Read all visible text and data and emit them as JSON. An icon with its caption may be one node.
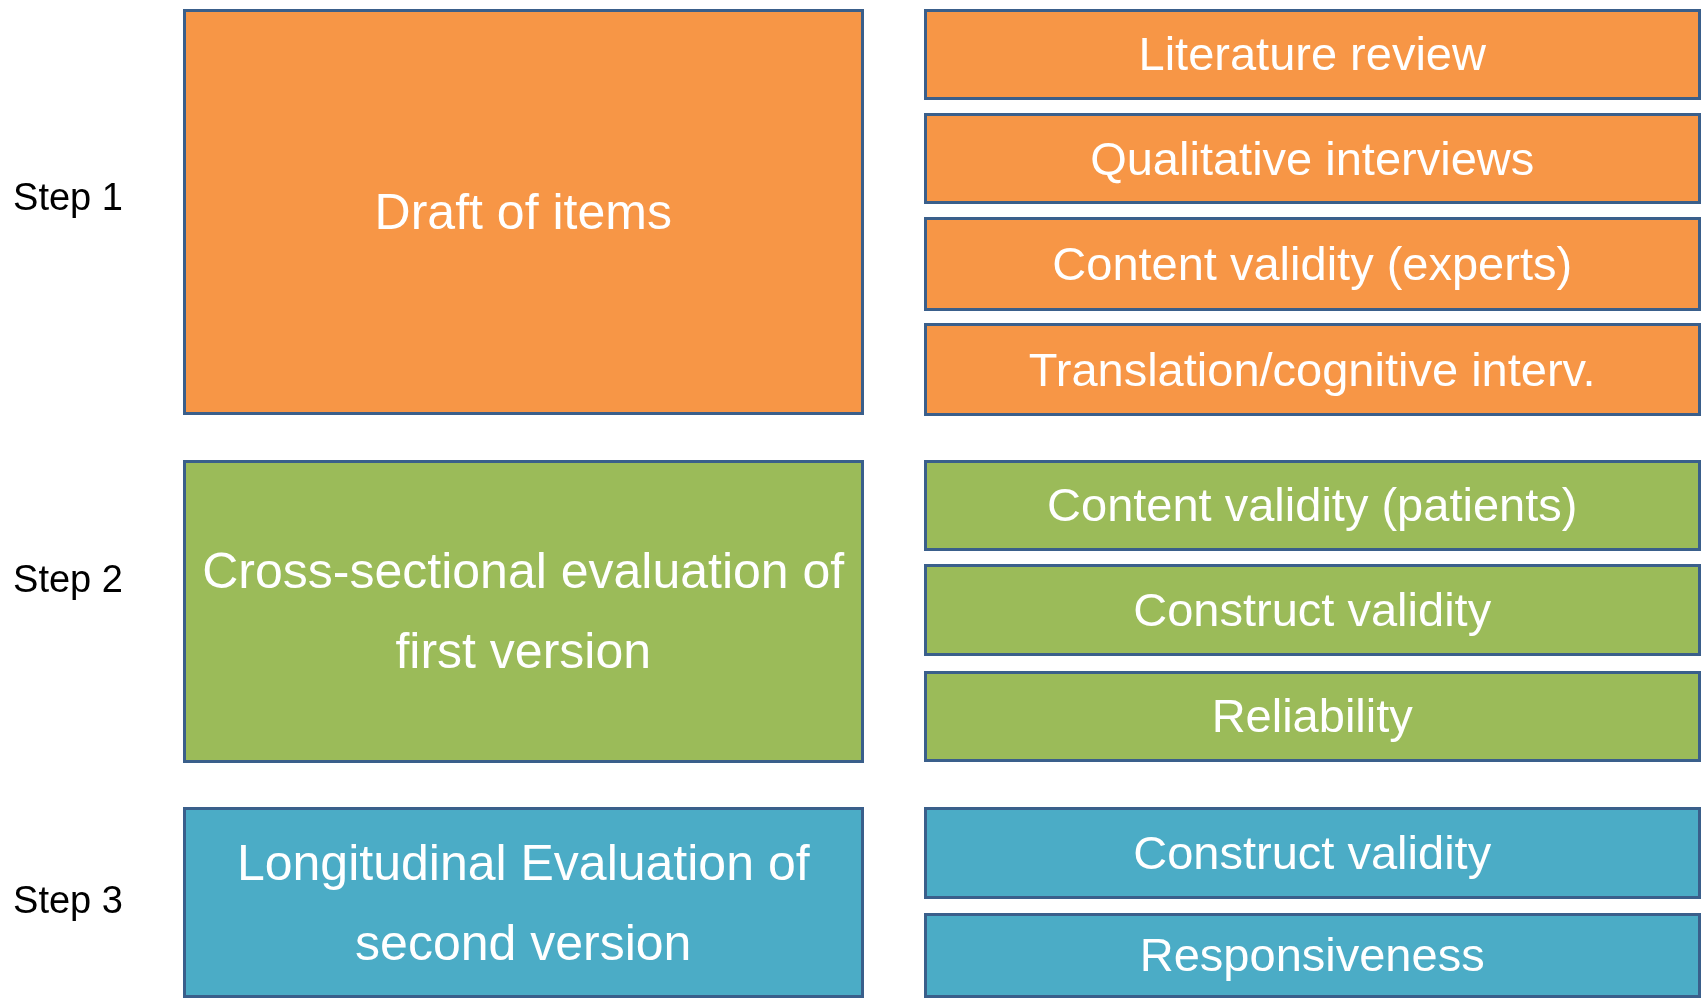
{
  "diagram": {
    "nodes": [
      {
        "text": [
          "Draft of items"
        ]
      },
      {
        "text": [
          "Literature review"
        ]
      },
      {
        "text": [
          "Qualitative interviews"
        ]
      },
      {
        "text": [
          "Content validity (experts)"
        ]
      },
      {
        "text": [
          "Translation/cognitive interv."
        ]
      },
      {
        "text": [
          "Cross-sectional evaluation of first version"
        ]
      },
      {
        "text": [
          "Content validity (patients)"
        ]
      },
      {
        "text": [
          "Construct validity"
        ]
      },
      {
        "text": [
          "Reliability"
        ]
      },
      {
        "text": [
          "Longitudinal Evaluation of second version"
        ]
      },
      {
        "text": [
          "Construct validity"
        ]
      },
      {
        "text": [
          "Responsiveness"
        ]
      }
    ],
    "edges": [],
    "labels": [
      "Step 1",
      "Step 2",
      "Step 3"
    ]
  }
}
